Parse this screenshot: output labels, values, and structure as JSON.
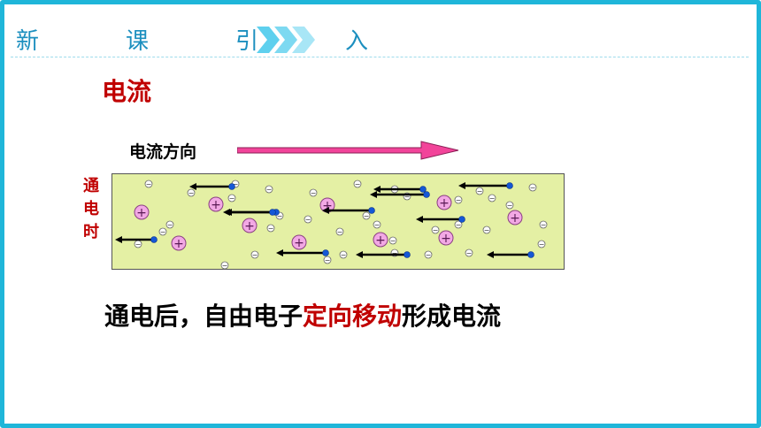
{
  "header": {
    "title": "新　课　引　入",
    "colors": {
      "accent": "#1fb6d9",
      "title": "#1c8fbf",
      "chevron": "#5ed0ee"
    }
  },
  "slide": {
    "heading": "电流",
    "direction_label": "电流方向",
    "side_label": [
      "通",
      "电",
      "时"
    ],
    "caption": {
      "before": "通电后，自由电子",
      "highlight": "定向移动",
      "after": "形成电流"
    }
  },
  "diagram": {
    "positive_ion_symbol": "+",
    "electron_symbol": "−",
    "colors": {
      "conductor_fill": "#e4f0a4",
      "positive_ion_fill": "#f2a8e4",
      "positive_ion_stroke": "#8a3f82",
      "moving_electron_fill": "#1457d6",
      "arrow_direction": "#f2449a"
    }
  }
}
